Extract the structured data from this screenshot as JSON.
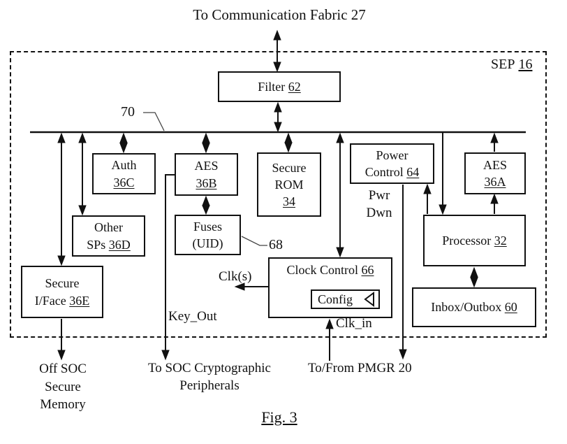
{
  "figure": {
    "title": "Fig. 3",
    "top_label": "To Communication Fabric 27",
    "sep_text": "SEP",
    "sep_ref": "16"
  },
  "boxes": {
    "filter": {
      "text": "Filter",
      "ref": "62"
    },
    "auth": {
      "line1": "Auth",
      "ref": "36C"
    },
    "aes_b": {
      "line1": "AES",
      "ref": "36B"
    },
    "secure_rom": {
      "line1": "Secure",
      "line2": "ROM",
      "ref": "34"
    },
    "fuses": {
      "line1": "Fuses",
      "line2": "(UID)"
    },
    "other_sps": {
      "line1": "Other",
      "line2": "SPs",
      "ref": "36D"
    },
    "secure_iface": {
      "line1": "Secure",
      "line2": "I/Face",
      "ref": "36E"
    },
    "power_control": {
      "line1": "Power",
      "line2": "Control",
      "ref": "64"
    },
    "aes_a": {
      "line1": "AES",
      "ref": "36A"
    },
    "processor": {
      "text": "Processor",
      "ref": "32"
    },
    "inbox_outbox": {
      "text": "Inbox/Outbox",
      "ref": "60"
    },
    "clock_control": {
      "text": "Clock Control",
      "ref": "66"
    },
    "config": {
      "text": "Config"
    }
  },
  "labels": {
    "bus_ref": "70",
    "fuses_ref": "68",
    "pwr_dwn_line1": "Pwr",
    "pwr_dwn_line2": "Dwn",
    "clk_s": "Clk(s)",
    "key_out": "Key_Out",
    "clk_in": "Clk_in",
    "off_soc_line1": "Off SOC",
    "off_soc_line2": "Secure",
    "off_soc_line3": "Memory",
    "to_soc_line1": "To SOC Cryptographic",
    "to_soc_line2": "Peripherals",
    "pmgr": "To/From PMGR 20"
  },
  "colors": {
    "line": "#111111",
    "background": "#ffffff"
  }
}
